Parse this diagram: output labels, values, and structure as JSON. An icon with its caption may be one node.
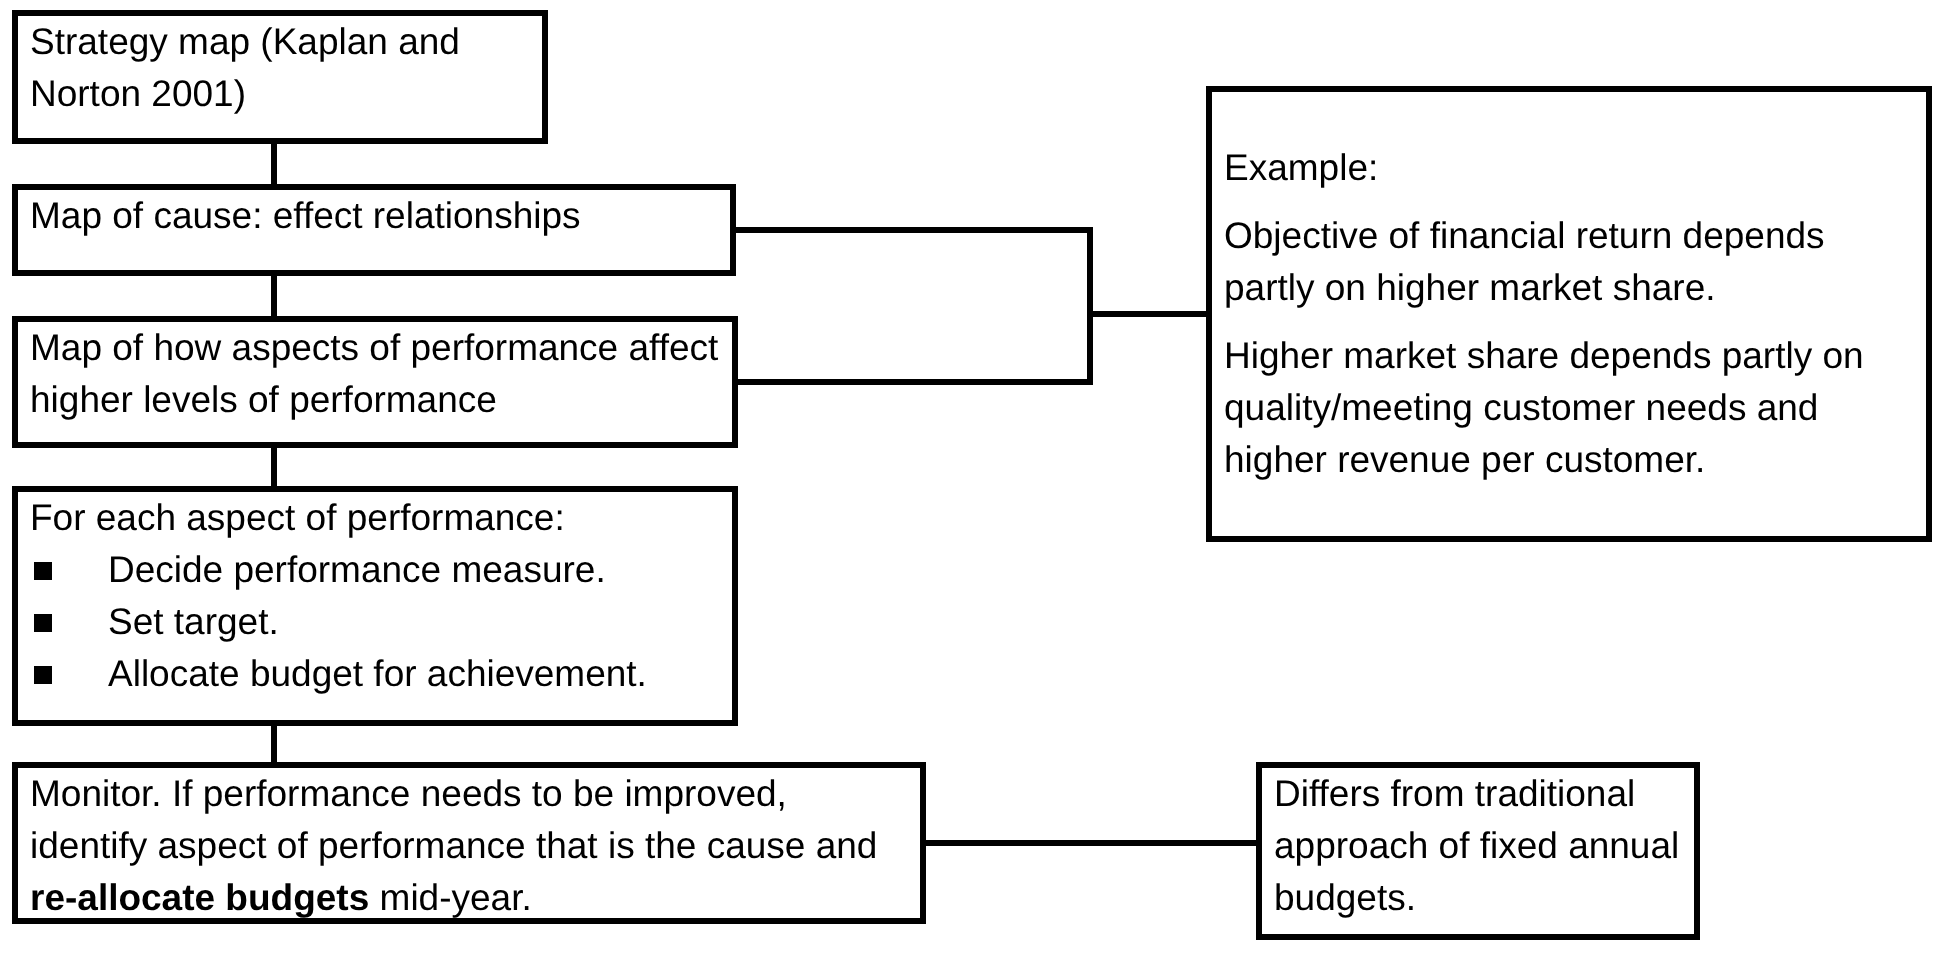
{
  "diagram": {
    "nodes": [
      {
        "text": [
          "Strategy map (Kaplan and Norton 2001)"
        ]
      },
      {
        "text": [
          "Map of cause: effect relationships"
        ]
      },
      {
        "text": [
          "Map of how aspects of performance affect higher levels of performance"
        ]
      },
      {
        "text": [
          "For each aspect of performance:",
          "Decide performance measure.",
          "Set target.",
          "Allocate budget for achievement."
        ]
      },
      {
        "text": [
          "Monitor. If performance needs to be improved, identify aspect of performance that is the cause and **re-allocate budgets** mid-year."
        ]
      },
      {
        "text": [
          "Example:",
          "Objective of financial return depends partly on higher market share.",
          "Higher market share depends partly on quality/meeting customer needs and higher revenue per customer."
        ]
      },
      {
        "text": [
          "Differs from traditional approach of fixed annual budgets."
        ]
      }
    ],
    "edges": [
      {
        "from": 0,
        "to": 1,
        "arrow": "none"
      },
      {
        "from": 1,
        "to": 2,
        "arrow": "none"
      },
      {
        "from": 2,
        "to": 3,
        "arrow": "none"
      },
      {
        "from": 3,
        "to": 4,
        "arrow": "none"
      },
      {
        "from": 1,
        "to": 5,
        "arrow": "none"
      },
      {
        "from": 2,
        "to": 5,
        "arrow": "none"
      },
      {
        "from": 4,
        "to": 6,
        "arrow": "none"
      }
    ]
  }
}
